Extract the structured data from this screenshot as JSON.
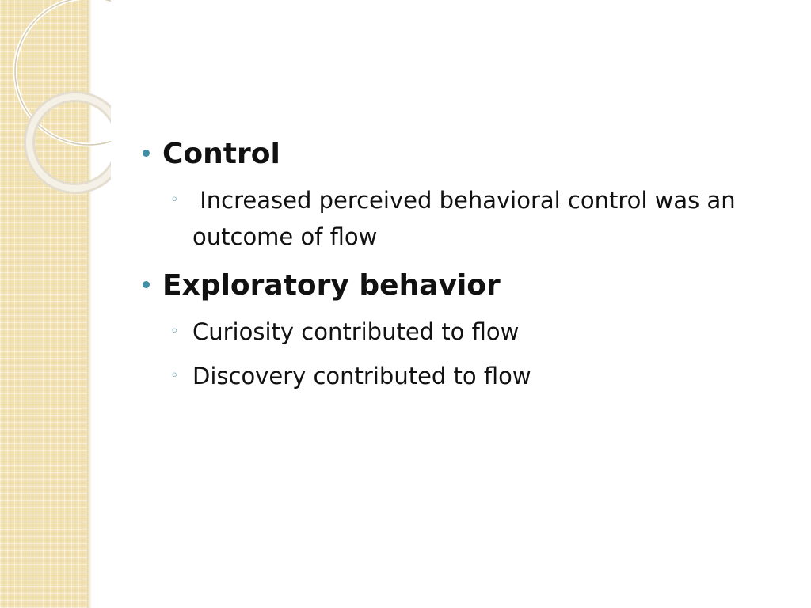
{
  "slide": {
    "bullets": [
      {
        "label": "Control",
        "subitems": [
          {
            "label": " Increased perceived behavioral control was an outcome of flow"
          }
        ]
      },
      {
        "label": "Exploratory behavior",
        "subitems": [
          {
            "label": "Curiosity contributed to flow"
          },
          {
            "label": "Discovery contributed to flow"
          }
        ]
      }
    ]
  },
  "colors": {
    "bullet": "#3f8fa6",
    "text": "#111111",
    "side_panel": "#f3e3b4"
  },
  "icons": {
    "level1_bullet": "filled-circle-bullet-icon",
    "level2_bullet": "hollow-circle-bullet-icon"
  }
}
